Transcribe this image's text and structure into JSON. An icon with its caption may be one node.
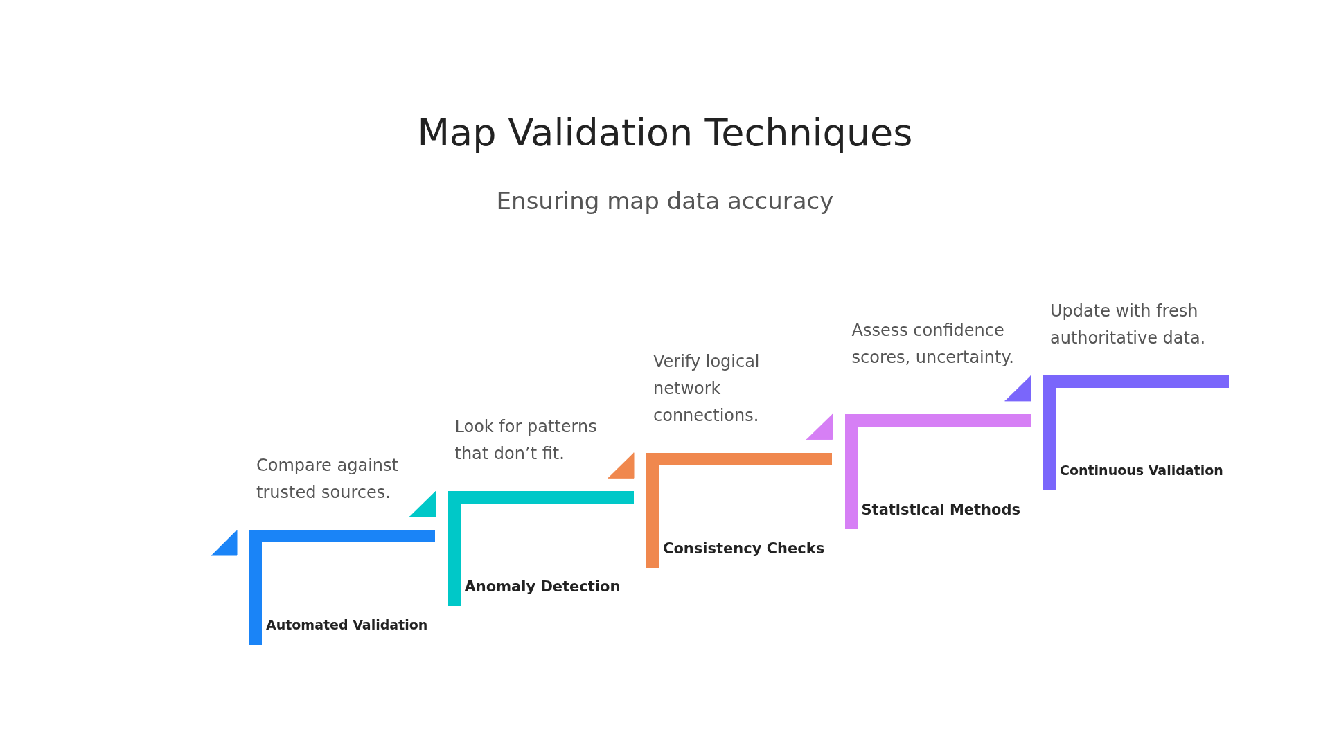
{
  "diagram": {
    "title": "Map Validation Techniques",
    "caption": "Ensuring map data accuracy",
    "nodes": [
      {
        "text": [
          "Automated Validation"
        ],
        "beside": [
          "Compare against trusted sources."
        ]
      },
      {
        "text": [
          "Anomaly Detection"
        ],
        "beside": [
          "Look for patterns that don’t fit."
        ]
      },
      {
        "text": [
          "Consistency Checks"
        ],
        "beside": [
          "Verify logical network connections."
        ]
      },
      {
        "text": [
          "Statistical Methods"
        ],
        "beside": [
          "Assess confidence scores, uncertainty."
        ]
      },
      {
        "text": [
          "Continuous Validation"
        ],
        "beside": [
          "Update with fresh authoritative data."
        ]
      }
    ],
    "edges": [
      {
        "from": 0,
        "to": null,
        "arrow": "to",
        "color": "#1a84f7"
      },
      {
        "from": 1,
        "to": 0,
        "arrow": "to",
        "color": "#00c8c8"
      },
      {
        "from": 2,
        "to": 1,
        "arrow": "to",
        "color": "#f0884e"
      },
      {
        "from": 3,
        "to": 2,
        "arrow": "to",
        "color": "#d67ff5"
      },
      {
        "from": 4,
        "to": 3,
        "arrow": "to",
        "color": "#7a66fb"
      }
    ]
  }
}
